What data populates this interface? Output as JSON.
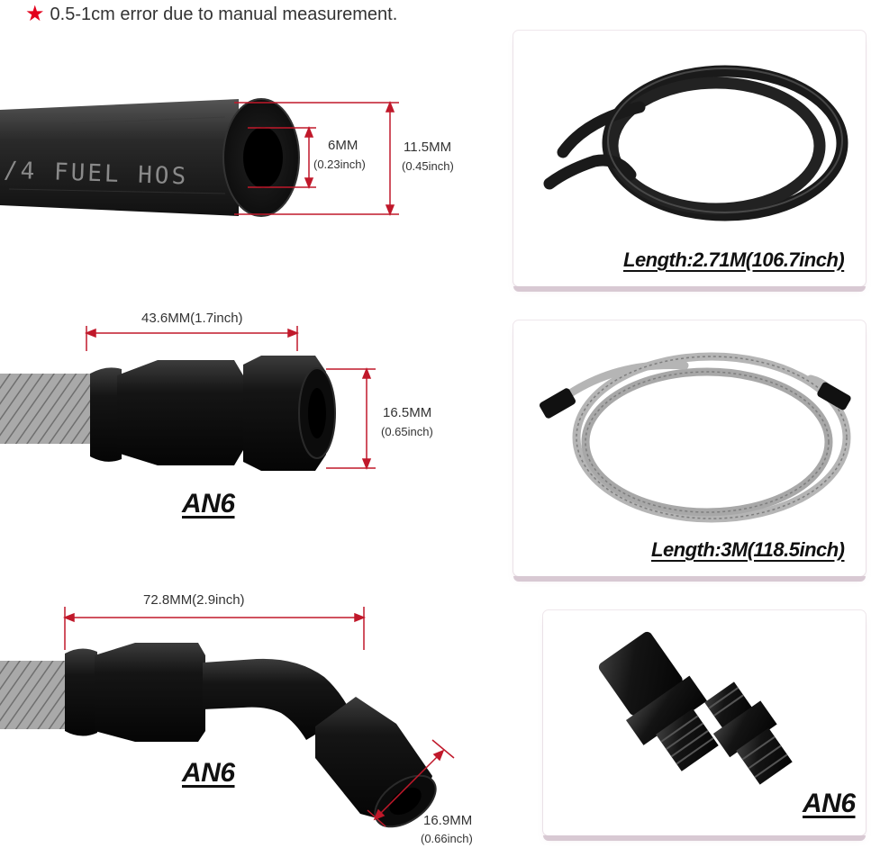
{
  "note": {
    "icon": "star-icon",
    "text": "0.5-1cm error due to manual measurement."
  },
  "hose_section": {
    "hose_print": "/4 FUEL HOS",
    "inner_dim": {
      "mm": "6MM",
      "inch": "(0.23inch)"
    },
    "outer_dim": {
      "mm": "11.5MM",
      "inch": "(0.45inch)"
    }
  },
  "straight_fitting": {
    "length_dim": "43.6MM(1.7inch)",
    "height_dim": {
      "mm": "16.5MM",
      "inch": "(0.65inch)"
    },
    "label": "AN6"
  },
  "angled_fitting": {
    "length_dim": "72.8MM(2.9inch)",
    "height_dim": {
      "mm": "16.9MM",
      "inch": "(0.66inch)"
    },
    "label": "AN6"
  },
  "cards": [
    {
      "caption": "Length:2.71M(106.7inch)"
    },
    {
      "caption": "Length:3M(118.5inch)"
    },
    {
      "caption": "AN6"
    }
  ],
  "colors": {
    "accent_red": "#e3001b",
    "dim_line_red": "#c0182a",
    "card_shadow": "#d8c9d3"
  }
}
